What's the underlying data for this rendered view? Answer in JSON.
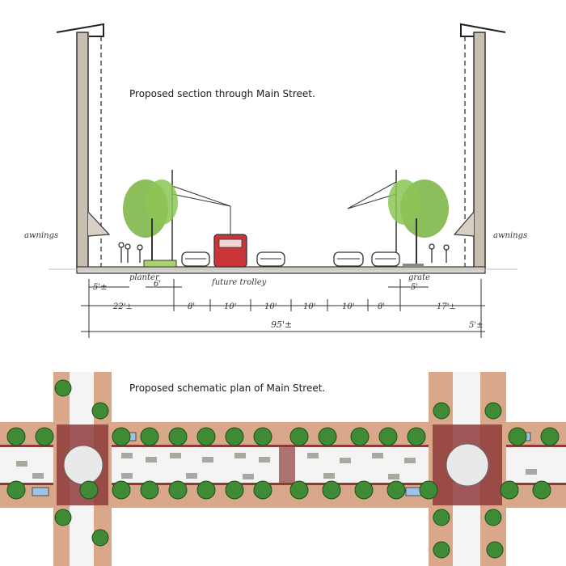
{
  "section": {
    "caption": "Proposed section through Main Street.",
    "labels": {
      "awnings_left": "awnings",
      "awnings_right": "awnings",
      "planter": "planter",
      "trolley": "future trolley",
      "grate": "grate"
    },
    "dimensions": {
      "row1": [
        "5'±",
        "6'",
        "5'"
      ],
      "row2": [
        "22'±",
        "8'",
        "10'",
        "10'",
        "10'",
        "10'",
        "8'",
        "17'±"
      ],
      "total": "95'±",
      "right_small": "5'±"
    },
    "colors": {
      "tree": "#7fb84a",
      "trolley": "#c8363a",
      "wall": "#c9bfb1"
    }
  },
  "plan": {
    "caption": "Proposed schematic plan of Main Street.",
    "colors": {
      "sidewalk": "#d9a88a",
      "brick": "#8e3b3a",
      "roadway": "#f4f4f4",
      "tree": "#3e8a35"
    }
  }
}
